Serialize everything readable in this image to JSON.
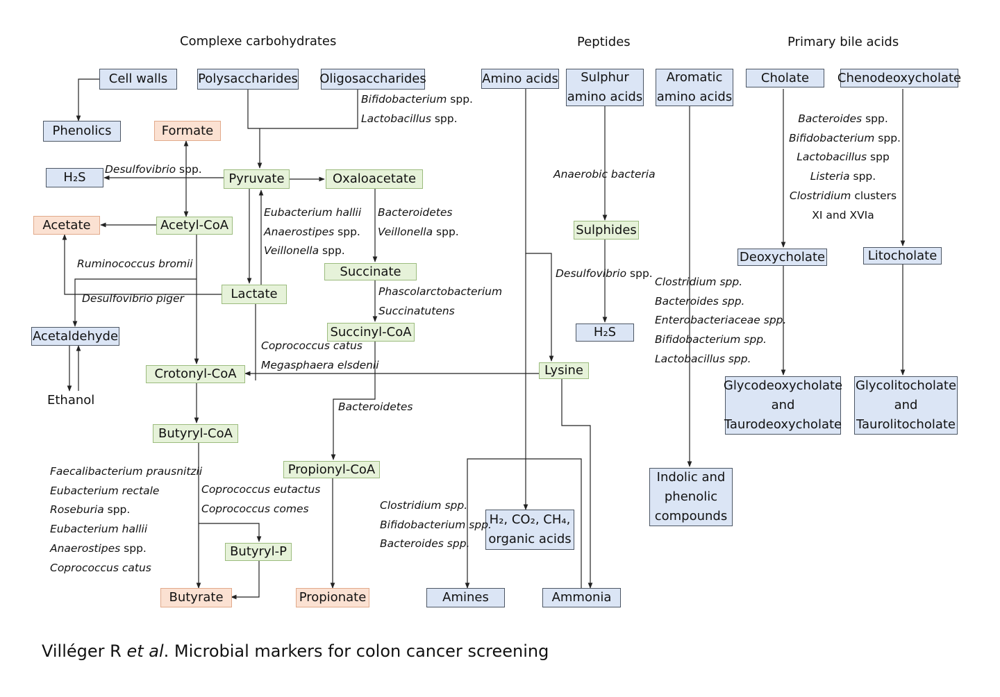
{
  "headers": {
    "carbohydrates": "Complexe carbohydrates",
    "peptides": "Peptides",
    "bile_acids": "Primary bile acids"
  },
  "nodes": {
    "cell_walls": "Cell walls",
    "polysaccharides": "Polysaccharides",
    "oligosaccharides": "Oligosaccharides",
    "phenolics": "Phenolics",
    "formate": "Formate",
    "h2s_left": "H₂S",
    "pyruvate": "Pyruvate",
    "oxaloacetate": "Oxaloacetate",
    "acetate": "Acetate",
    "acetyl_coa": "Acetyl-CoA",
    "succinate": "Succinate",
    "lactate": "Lactate",
    "acetaldehyde": "Acetaldehyde",
    "ethanol": "Ethanol",
    "succinyl_coa": "Succinyl-CoA",
    "crotonyl_coa": "Crotonyl-CoA",
    "butyryl_coa": "Butyryl-CoA",
    "propionyl_coa": "Propionyl-CoA",
    "butyryl_p": "Butyryl-P",
    "butyrate": "Butyrate",
    "propionate": "Propionate",
    "amino_acids": "Amino acids",
    "sulphur_amino_acids": [
      "Sulphur",
      "amino acids"
    ],
    "aromatic_amino_acids": [
      "Aromatic",
      "amino acids"
    ],
    "sulphides": "Sulphides",
    "h2s_right": "H₂S",
    "lysine": "Lysine",
    "gases": [
      "H₂, CO₂, CH₄,",
      "organic acids"
    ],
    "amines": "Amines",
    "ammonia": "Ammonia",
    "indolic": [
      "Indolic and",
      "phenolic",
      "compounds"
    ],
    "cholate": "Cholate",
    "chenodeoxycholate": "Chenodeoxycholate",
    "deoxycholate": "Deoxycholate",
    "litocholate": "Litocholate",
    "glycodeoxycholate": [
      "Glycodeoxycholate",
      "and",
      "Taurodeoxycholate"
    ],
    "glycolitocholate": [
      "Glycolitocholate",
      "and",
      "Taurolitocholate"
    ]
  },
  "annotations": {
    "oligo_bacteria": [
      [
        "Bifidobacterium",
        " spp."
      ],
      [
        "Lactobacillus",
        " spp."
      ]
    ],
    "desulfovibrio_h2s": [
      [
        "Desulfovibrio",
        " spp."
      ]
    ],
    "lactate_pyruvate": [
      [
        "Eubacterium hallii",
        ""
      ],
      [
        "Anaerostipes",
        " spp."
      ],
      [
        "Veillonella",
        " spp."
      ]
    ],
    "oxaloacetate_succinate": [
      [
        "Bacteroidetes",
        ""
      ],
      [
        "Veillonella",
        " spp."
      ]
    ],
    "ruminococcus": [
      [
        "Ruminococcus bromii",
        ""
      ]
    ],
    "desulfovibrio_piger": [
      [
        "Desulfovibrio piger",
        ""
      ]
    ],
    "succinate_succinyl": [
      [
        "Phascolarctobacterium",
        ""
      ],
      [
        "Succinatutens",
        ""
      ]
    ],
    "coprococcus_megasphaera": [
      [
        "Coprococcus catus",
        ""
      ],
      [
        "Megasphaera elsdenii",
        ""
      ]
    ],
    "bacteroidetes_propionyl": [
      [
        "Bacteroidetes",
        ""
      ]
    ],
    "butyrate_producers": [
      [
        "Faecalibacterium prausnitzii",
        ""
      ],
      [
        "Eubacterium rectale",
        ""
      ],
      [
        "Roseburia",
        " spp."
      ],
      [
        "Eubacterium hallii",
        ""
      ],
      [
        "Anaerostipes",
        " spp."
      ],
      [
        "Coprococcus catus",
        ""
      ]
    ],
    "coprococcus_butyryl": [
      [
        "Coprococcus eutactus",
        ""
      ],
      [
        "Coprococcus comes",
        ""
      ]
    ],
    "amino_bacteria": [
      [
        "Clostridium spp.",
        ""
      ],
      [
        "Bifidobacterium spp.",
        ""
      ],
      [
        "Bacteroides spp.",
        ""
      ]
    ],
    "anaerobic": [
      [
        "Anaerobic bacteria",
        ""
      ]
    ],
    "desulfovibrio_right": [
      [
        "Desulfovibrio",
        " spp."
      ]
    ],
    "aromatic_bacteria": [
      [
        "Clostridium spp.",
        ""
      ],
      [
        "Bacteroides spp.",
        ""
      ],
      [
        "Enterobacteriaceae spp.",
        ""
      ],
      [
        "Bifidobacterium spp.",
        ""
      ],
      [
        "Lactobacillus spp.",
        ""
      ]
    ],
    "bile_bacteria": [
      [
        "Bacteroides",
        " spp."
      ],
      [
        "Bifidobacterium",
        " spp."
      ],
      [
        "Lactobacillus",
        " spp"
      ],
      [
        "Listeria",
        " spp."
      ],
      [
        "Clostridium",
        " clusters"
      ],
      [
        "",
        "XI and XVIa"
      ]
    ]
  },
  "caption": {
    "author": "Villéger R ",
    "etal": "et al",
    "rest": ". Microbial markers for colon cancer screening"
  },
  "colors": {
    "blue_fill": "#dbe5f5",
    "green_fill": "#e6f2d9",
    "orange_fill": "#fbe1d2"
  }
}
